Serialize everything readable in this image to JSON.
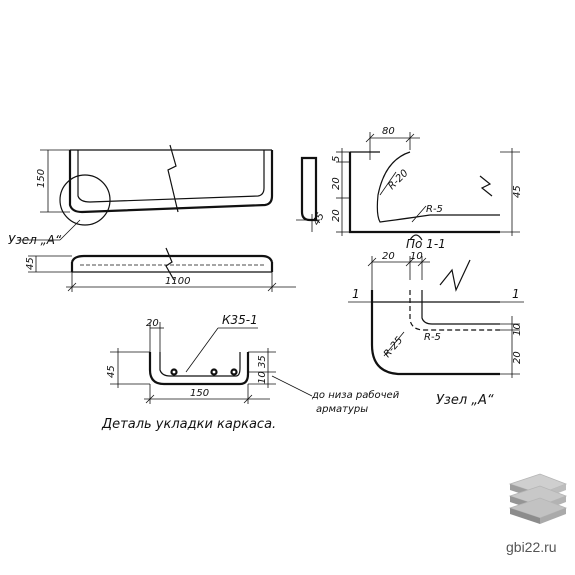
{
  "elevation": {
    "dim_height": "150",
    "dim_length": "1100",
    "dim_bottom_height": "45",
    "node_label": "Узел „А“"
  },
  "section_small": {
    "dim": "45"
  },
  "section_1_1": {
    "title": "По 1-1",
    "dim_top": "80",
    "dim_left_top": "5",
    "dim_left_mid": "20",
    "dim_left_bottom": "20",
    "dim_right": "45",
    "radius_large": "R-20",
    "radius_small": "R-5"
  },
  "node_a": {
    "title": "Узел „А“",
    "dim_top_a": "20",
    "dim_top_b": "10",
    "cut_mark_left": "1",
    "cut_mark_right": "1",
    "radius_large": "R-25",
    "radius_small": "R-5",
    "dim_right_a": "10",
    "dim_right_b": "20"
  },
  "detail": {
    "caption": "Деталь укладки каркаса.",
    "frame_mark": "К35-1",
    "dim_top": "20",
    "dim_left": "45",
    "dim_width": "150",
    "dim_right_a": "35",
    "dim_right_b": "10",
    "note_line1": "до низа рабочей",
    "note_line2": "арматуры"
  },
  "watermark": {
    "text": "gbi22.ru"
  }
}
